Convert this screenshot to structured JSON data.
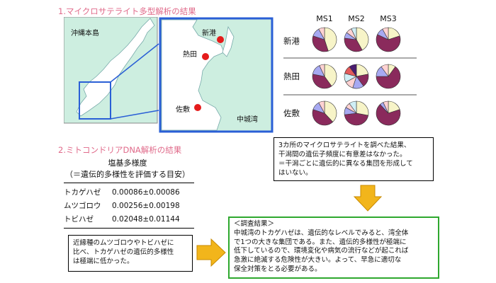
{
  "section1_title": "1.マイクロサテライト多型解析の結果",
  "section2_title": "2.ミトコンドリアDNA解析の結果",
  "map": {
    "okinawa_label": "沖縄本島",
    "sites": [
      "新港",
      "熱田",
      "佐敷"
    ],
    "bay_label": "中城湾"
  },
  "pie_grid": {
    "columns": [
      "MS1",
      "MS2",
      "MS3"
    ],
    "rows": [
      "新港",
      "熱田",
      "佐敷"
    ],
    "colors": [
      "#f7f4c8",
      "#8a2a5c",
      "#a7a9f2",
      "#ffd2d2",
      "#cfeef5",
      "#e35b5b",
      "#4a1c6e",
      "#2a6e8c",
      "#6c7bd6"
    ],
    "values": [
      [
        [
          45,
          35,
          12,
          8
        ],
        [
          42,
          35,
          8,
          8,
          7
        ],
        [
          20,
          62,
          10,
          8
        ]
      ],
      [
        [
          40,
          38,
          15,
          7
        ],
        [
          22,
          18,
          15,
          12,
          12,
          11,
          10
        ],
        [
          10,
          65,
          15,
          10
        ]
      ],
      [
        [
          38,
          42,
          12,
          8
        ],
        [
          28,
          45,
          10,
          7,
          10
        ],
        [
          20,
          68,
          5,
          7
        ]
      ]
    ]
  },
  "note_box": {
    "lines": [
      "3カ所のマイクロサテライトを調べた結果、",
      "干潟間の遺伝子頻度に有意差はなかった。",
      "＝干潟ごとに遺伝的に異なる集団を形成して",
      "はいない。"
    ]
  },
  "table": {
    "head1": "塩基多様度",
    "head2": "（＝遺伝的多様性を評価する目安）",
    "rows": [
      {
        "name": "トカゲハゼ",
        "value": "0.00086±0.00086"
      },
      {
        "name": "ムツゴロウ",
        "value": "0.00256±0.00198"
      },
      {
        "name": "トビハゼ",
        "value": "0.02048±0.01144"
      }
    ]
  },
  "compare_box": {
    "lines": [
      "近縁種のムツゴロウやトビハゼに",
      "比べ、トカゲハゼの遺伝的多様性",
      "は極端に低かった。"
    ]
  },
  "result_box": {
    "title": "＜調査結果＞",
    "lines": [
      "中城湾のトカゲハゼは、遺伝的なレベルでみると、湾全体",
      "で1つの大きな集団である。また、遺伝的多様性が極端に",
      "低下しているので、環境変化や病気の流行などが起これば",
      "急激に絶滅する危険性が大きい。よって、早急に適切な",
      "保全対策をとる必要がある。"
    ]
  }
}
